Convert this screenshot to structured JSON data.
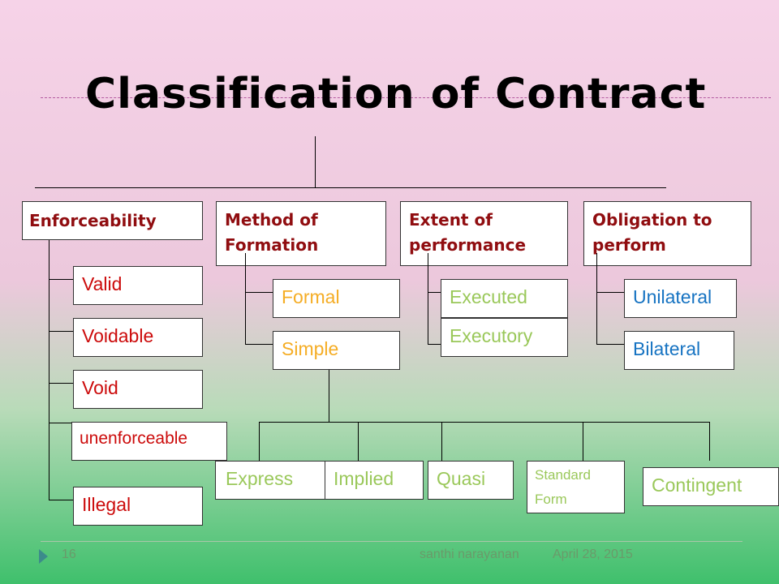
{
  "title": "Classification of Contract",
  "categories": {
    "enforceability": {
      "label": "Enforceability",
      "items": [
        "Valid",
        "Voidable",
        "Void",
        "unenforceable",
        "Illegal"
      ]
    },
    "formation": {
      "label": "Method of Formation",
      "items": [
        "Formal",
        "Simple"
      ],
      "simple_types": [
        "Express",
        "Implied",
        "Quasi",
        "Standard Form",
        "Contingent"
      ]
    },
    "performance": {
      "label": "Extent of performance",
      "items": [
        "Executed",
        "Executory"
      ]
    },
    "obligation": {
      "label": "Obligation to perform",
      "items": [
        "Unilateral",
        "Bilateral"
      ]
    }
  },
  "footer": {
    "page_number": "16",
    "author": "santhi narayanan",
    "date": "April 28, 2015"
  },
  "colors": {
    "header_text": "#cc0b0b",
    "enforceability_items": "#cc0b0b",
    "formation_items": "#f5ad25",
    "performance_items": "#9ac85a",
    "obligation_items": "#1673c2"
  }
}
